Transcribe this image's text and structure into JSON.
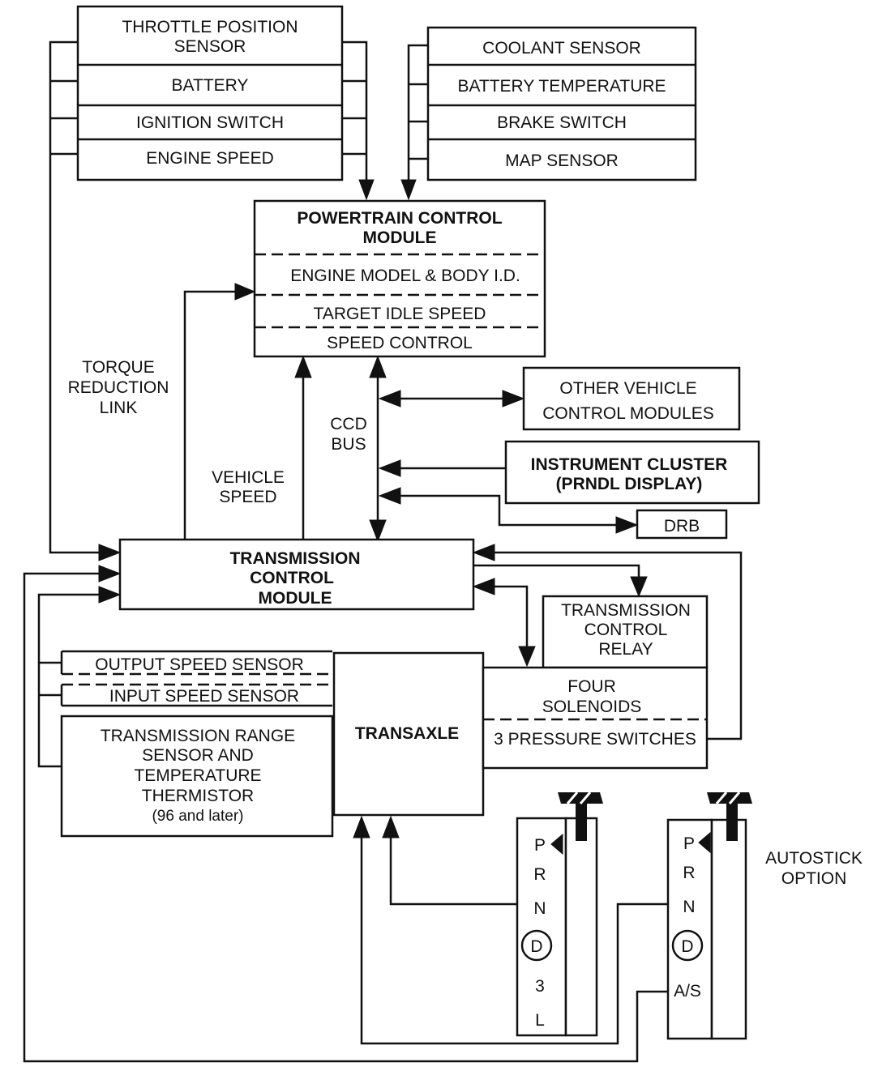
{
  "inputs_left": {
    "throttle_position_sensor": [
      "THROTTLE POSITION",
      "SENSOR"
    ],
    "battery": "BATTERY",
    "ignition_switch": "IGNITION SWITCH",
    "engine_speed": "ENGINE SPEED"
  },
  "inputs_right": {
    "coolant_sensor": "COOLANT SENSOR",
    "battery_temperature": "BATTERY TEMPERATURE",
    "brake_switch": "BRAKE SWITCH",
    "map_sensor": "MAP SENSOR"
  },
  "pcm": {
    "title": [
      "POWERTRAIN CONTROL",
      "MODULE"
    ],
    "engine_model": "ENGINE MODEL & BODY I.D.",
    "target_idle": "TARGET IDLE SPEED",
    "speed_control": "SPEED CONTROL"
  },
  "links": {
    "torque_reduction": [
      "TORQUE",
      "REDUCTION",
      "LINK"
    ],
    "vehicle_speed": [
      "VEHICLE",
      "SPEED"
    ],
    "ccd_bus": [
      "CCD",
      "BUS"
    ]
  },
  "bus_modules": {
    "other_modules": [
      "OTHER VEHICLE",
      "CONTROL MODULES"
    ],
    "instrument_cluster": [
      "INSTRUMENT CLUSTER",
      "(PRNDL DISPLAY)"
    ],
    "drb": "DRB"
  },
  "tcm": {
    "title": [
      "TRANSMISSION",
      "CONTROL",
      "MODULE"
    ]
  },
  "relay": {
    "title": [
      "TRANSMISSION",
      "CONTROL",
      "RELAY"
    ]
  },
  "sensors": {
    "output_speed": "OUTPUT SPEED SENSOR",
    "input_speed": "INPUT SPEED SENSOR",
    "range_sensor": [
      "TRANSMISSION RANGE",
      "SENSOR AND",
      "TEMPERATURE",
      "THERMISTOR",
      "(96 and later)"
    ]
  },
  "transaxle": {
    "title": "TRANSAXLE",
    "solenoids": [
      "FOUR",
      "SOLENOIDS"
    ],
    "pressure_switches": "3 PRESSURE SWITCHES"
  },
  "shifters": {
    "standard": [
      "P",
      "R",
      "N",
      "D",
      "3",
      "L"
    ],
    "autostick": [
      "P",
      "R",
      "N",
      "D",
      "A/S"
    ],
    "autostick_label": [
      "AUTOSTICK",
      "OPTION"
    ]
  }
}
